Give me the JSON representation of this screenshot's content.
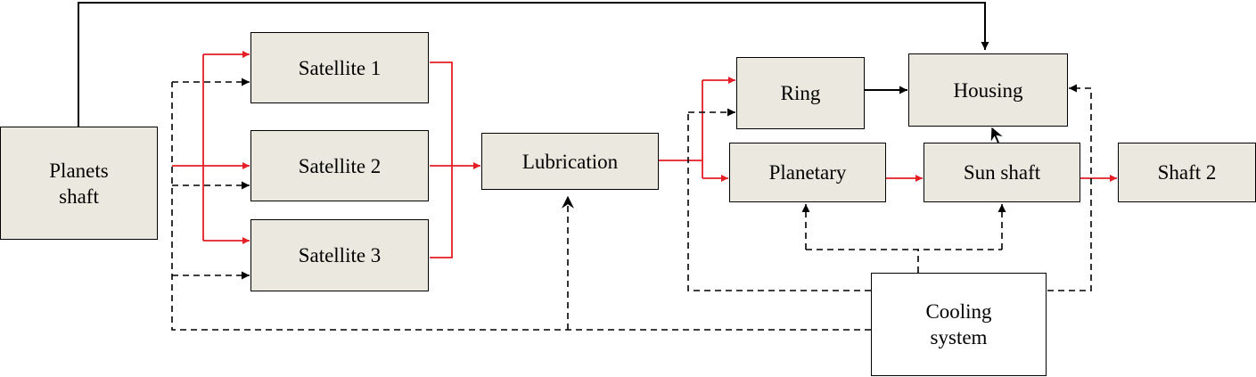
{
  "nodes": {
    "planets_shaft": {
      "line1": "Planets",
      "line2": "shaft"
    },
    "satellite_1": "Satellite 1",
    "satellite_2": "Satellite 2",
    "satellite_3": "Satellite 3",
    "lubrication": "Lubrication",
    "ring": "Ring",
    "housing": "Housing",
    "planetary": "Planetary",
    "sun_shaft": "Sun shaft",
    "shaft_2": "Shaft 2",
    "cooling_system": {
      "line1": "Cooling",
      "line2": "system"
    }
  },
  "colors": {
    "box_fill": "#ebe8df",
    "flow_line": "#e31e24",
    "structural_line": "#000000",
    "cooling_line": "#000000"
  }
}
